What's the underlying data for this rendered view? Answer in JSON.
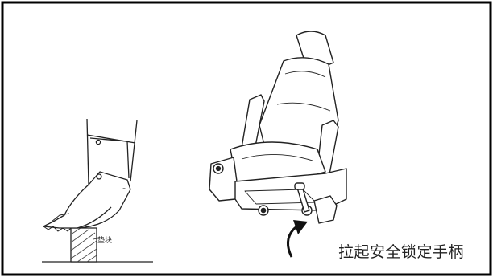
{
  "caption": "拉起安全锁定手柄",
  "block_label": "垫块",
  "icons": {
    "excavator_bucket": "excavator-bucket-illustration",
    "operator_seat": "operator-seat-illustration",
    "lever_arrow": "curved-up-arrow"
  },
  "colors": {
    "line": "#222222",
    "frame": "#000000",
    "background": "#ffffff"
  }
}
